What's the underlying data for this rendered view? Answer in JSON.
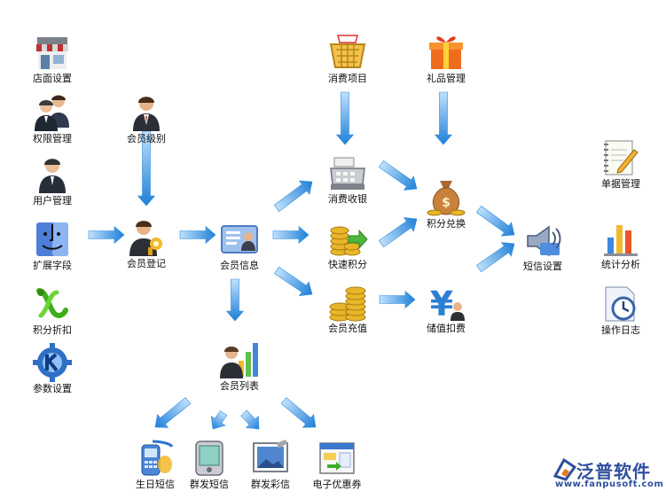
{
  "nodes": {
    "store_setup": {
      "label": "店面设置",
      "icon": "store-icon"
    },
    "permission_mgmt": {
      "label": "权限管理",
      "icon": "users-group-icon"
    },
    "user_mgmt": {
      "label": "用户管理",
      "icon": "user-icon"
    },
    "extend_fields": {
      "label": "扩展字段",
      "icon": "finder-icon"
    },
    "points_discount": {
      "label": "积分折扣",
      "icon": "green-swirl-icon"
    },
    "param_settings": {
      "label": "参数设置",
      "icon": "gear-k-icon"
    },
    "member_level": {
      "label": "会员级别",
      "icon": "member-icon"
    },
    "member_register": {
      "label": "会员登记",
      "icon": "member-key-icon"
    },
    "member_info": {
      "label": "会员信息",
      "icon": "id-card-icon"
    },
    "member_list": {
      "label": "会员列表",
      "icon": "member-chart-icon"
    },
    "consume_items": {
      "label": "消费项目",
      "icon": "basket-icon"
    },
    "gift_mgmt": {
      "label": "礼品管理",
      "icon": "gift-icon"
    },
    "consume_cashier": {
      "label": "消费收银",
      "icon": "cash-register-icon"
    },
    "quick_points": {
      "label": "快速积分",
      "icon": "coins-arrow-icon"
    },
    "member_recharge": {
      "label": "会员充值",
      "icon": "coin-stack-icon"
    },
    "points_redeem": {
      "label": "积分兑换",
      "icon": "money-bag-icon"
    },
    "stored_value_deduct": {
      "label": "储值扣费",
      "icon": "yen-user-icon"
    },
    "sms_settings": {
      "label": "短信设置",
      "icon": "speaker-icon"
    },
    "doc_mgmt": {
      "label": "单据管理",
      "icon": "notebook-icon"
    },
    "stat_analysis": {
      "label": "统计分析",
      "icon": "bar-chart-icon"
    },
    "op_log": {
      "label": "操作日志",
      "icon": "clock-doc-icon"
    },
    "birthday_sms": {
      "label": "生日短信",
      "icon": "phone-icon"
    },
    "group_sms": {
      "label": "群发短信",
      "icon": "pda-icon"
    },
    "group_mms": {
      "label": "群发彩信",
      "icon": "picture-icon"
    },
    "e_coupon": {
      "label": "电子优惠券",
      "icon": "coupon-icon"
    }
  },
  "logo": {
    "brand": "泛普软件",
    "url": "www.fanpusoft.com"
  },
  "colors": {
    "arrow": "#2e8be0",
    "arrow_light": "#8cc8f5",
    "logo": "#2f4f9e",
    "logo_accent": "#e8771e"
  }
}
